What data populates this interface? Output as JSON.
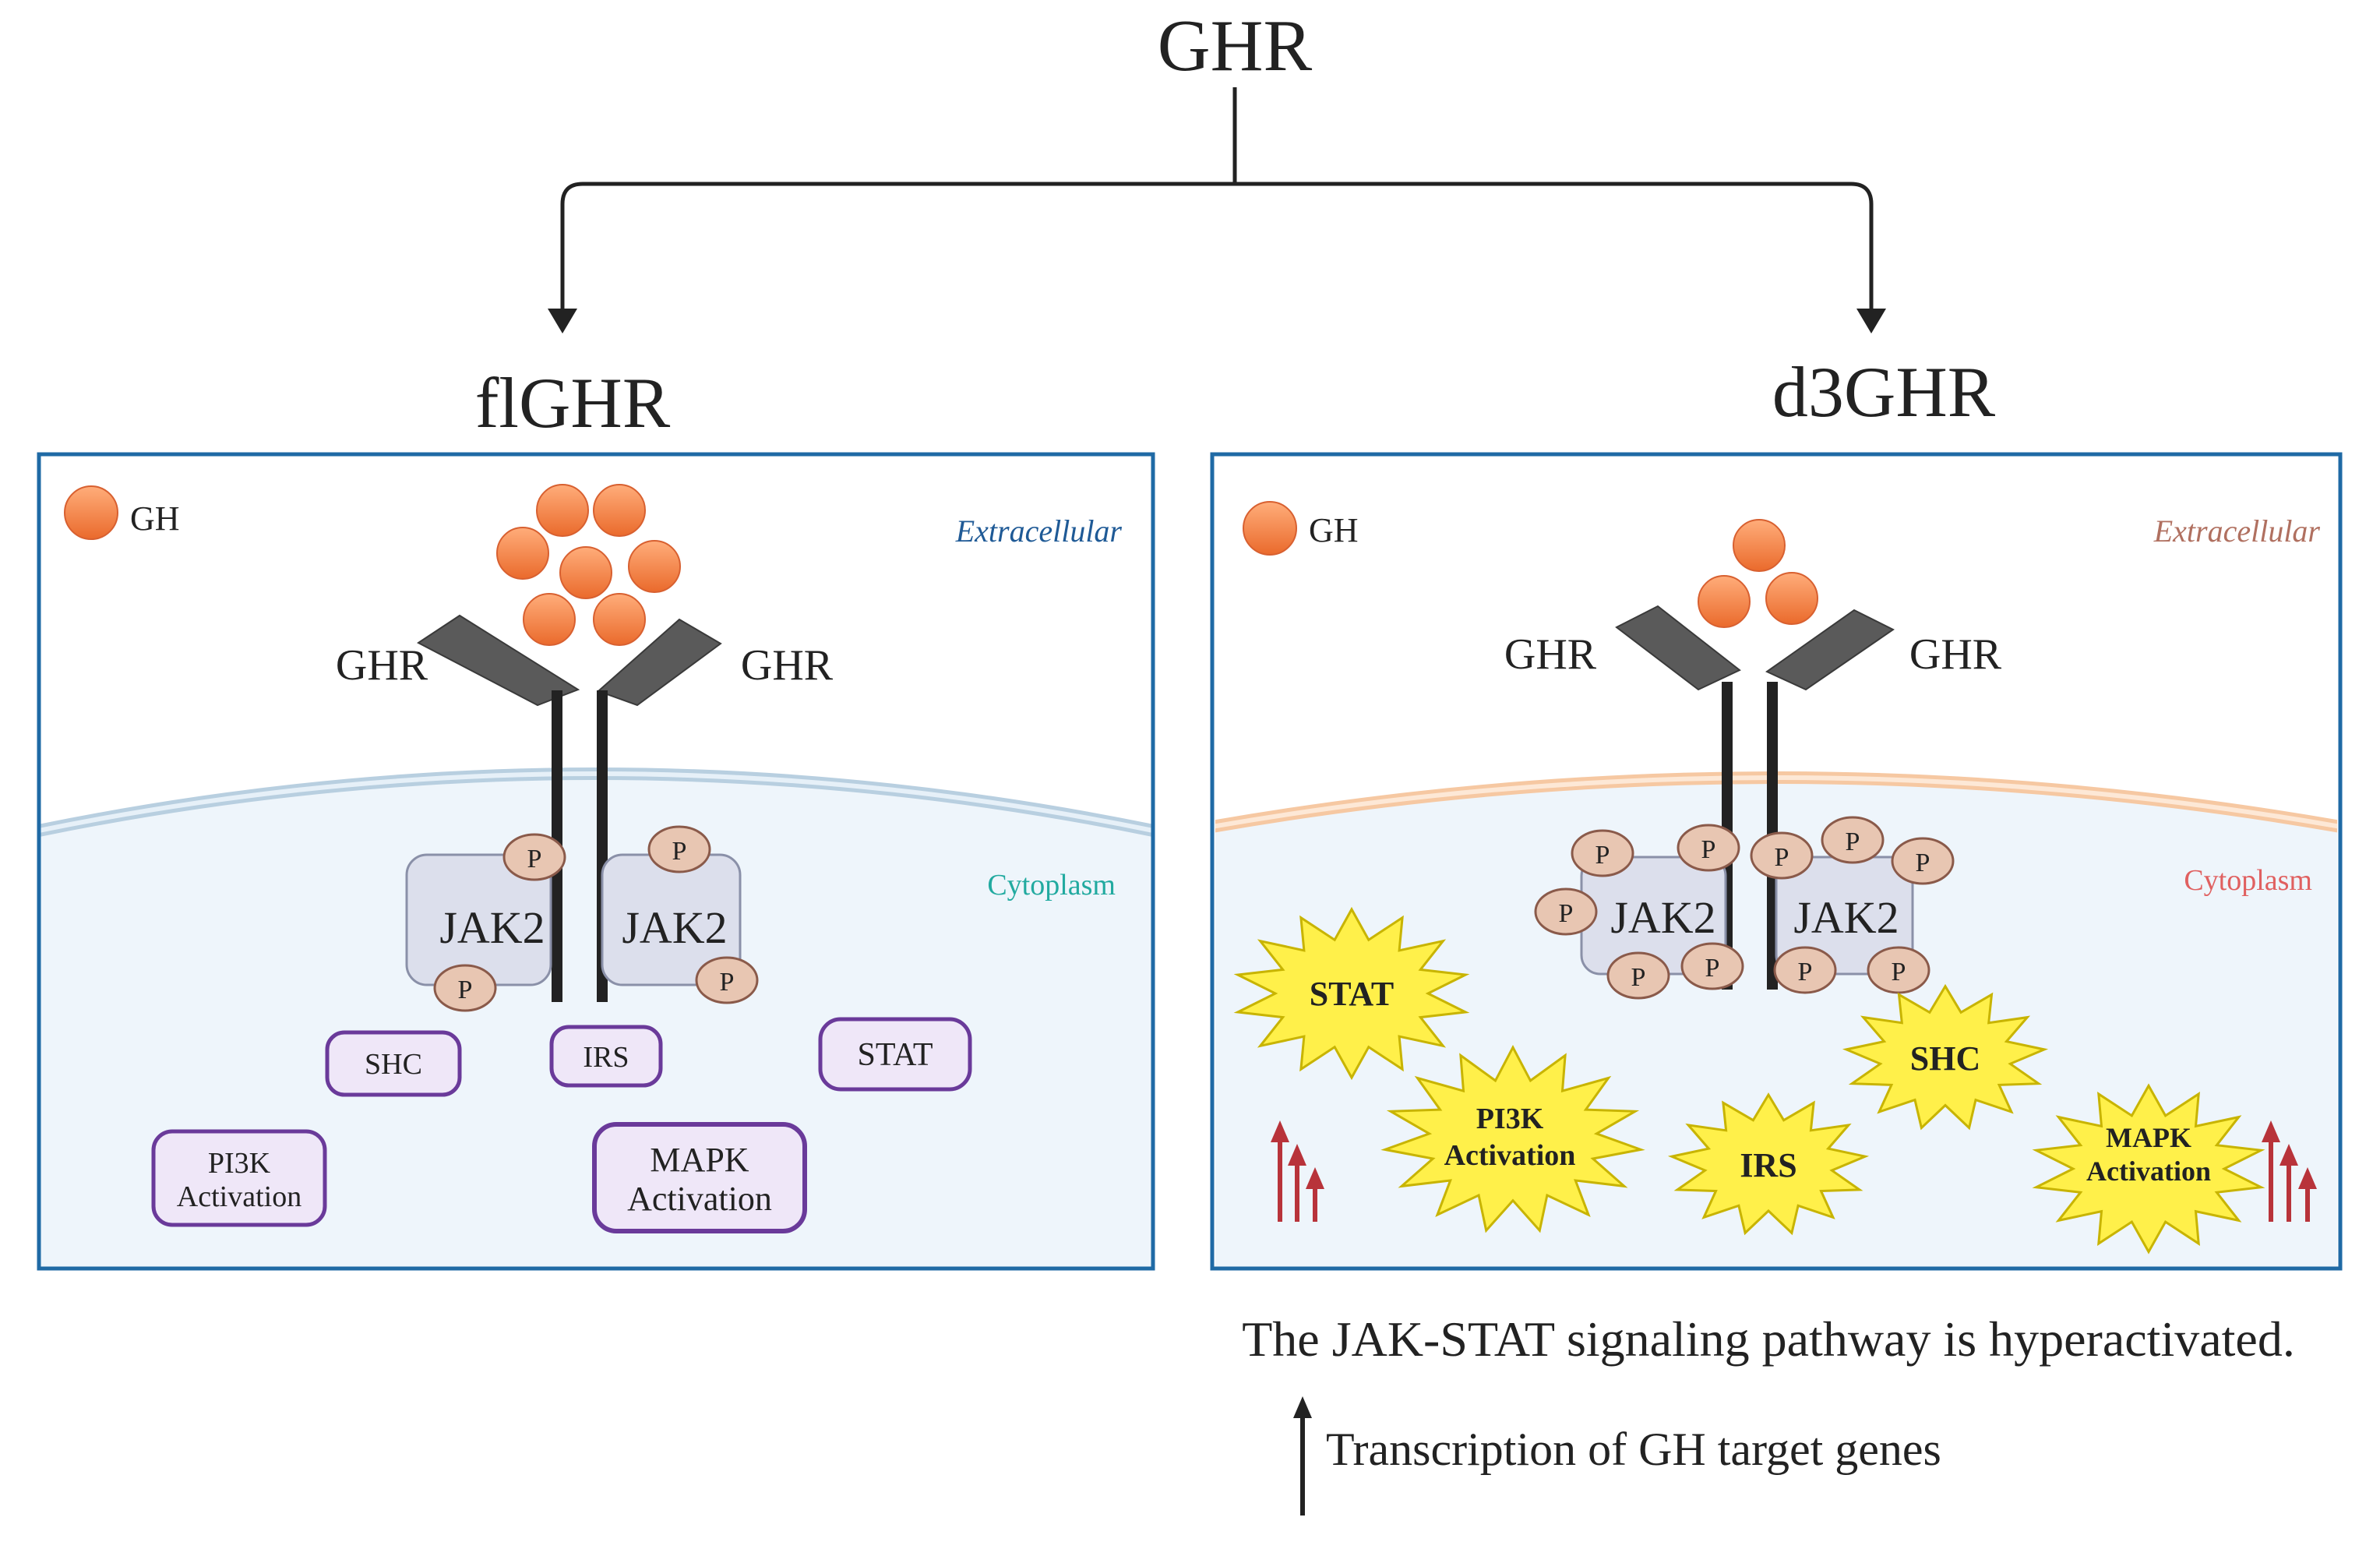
{
  "title": "GHR",
  "left": {
    "heading": "flGHR",
    "legend_label": "GH",
    "extracellular": "Extracellular",
    "cytoplasm": "Cytoplasm",
    "receptor_left": "GHR",
    "receptor_right": "GHR",
    "jak_left": "JAK2",
    "jak_right": "JAK2",
    "p": "P",
    "shc": "SHC",
    "irs": "IRS",
    "stat": "STAT",
    "pi3k_l1": "PI3K",
    "pi3k_l2": "Activation",
    "mapk_l1": "MAPK",
    "mapk_l2": "Activation"
  },
  "right": {
    "heading": "d3GHR",
    "legend_label": "GH",
    "extracellular": "Extracellular",
    "cytoplasm": "Cytoplasm",
    "receptor_left": "GHR",
    "receptor_right": "GHR",
    "jak_left": "JAK2",
    "jak_right": "JAK2",
    "p": "P",
    "stat": "STAT",
    "shc": "SHC",
    "irs": "IRS",
    "pi3k_l1": "PI3K",
    "pi3k_l2": "Activation",
    "mapk_l1": "MAPK",
    "mapk_l2": "Activation"
  },
  "caption_main": "The JAK-STAT signaling pathway is hyperactivated.",
  "caption_sub": "Transcription of GH target genes",
  "colors": {
    "frame": "#1f6aa5",
    "ligand": "#f08040",
    "receptor": "#5a5a5a",
    "jak_fill": "#dcdfec",
    "p_fill": "#e8c6b2",
    "adapter_stroke": "#6a3a9a",
    "adapter_fill": "#efe7f8",
    "star_fill": "#fff04a",
    "star_stroke": "#c8b400",
    "up_arrow": "#b8333a",
    "left_membrane": "#b8cfe0",
    "right_membrane": "#f6c8a2",
    "extracellular_left": "#1f5a96",
    "extracellular_right": "#b07060",
    "cytoplasm_left": "#22aaa0",
    "cytoplasm_right": "#e06060"
  }
}
